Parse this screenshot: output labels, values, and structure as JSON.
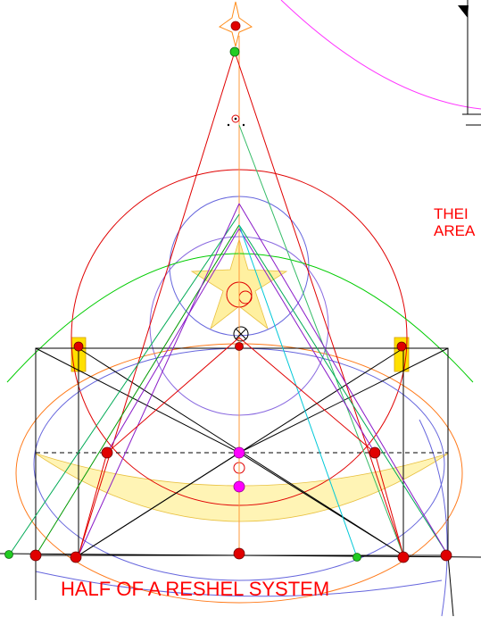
{
  "labels": {
    "caption": "HALF OF A RESHEL SYSTEM",
    "side_line1": "THEI",
    "side_line2": "AREA"
  },
  "colors": {
    "caption": "#ff0000",
    "red": "#e00000",
    "magenta": "#ff00ff",
    "green": "#00cc00",
    "blue": "#6666dd",
    "orange": "#ff7a1a",
    "purple": "#8a1ac8",
    "cyan": "#00c8d8",
    "gold": "#ffe36a",
    "yellow_box": "#ffe000"
  }
}
